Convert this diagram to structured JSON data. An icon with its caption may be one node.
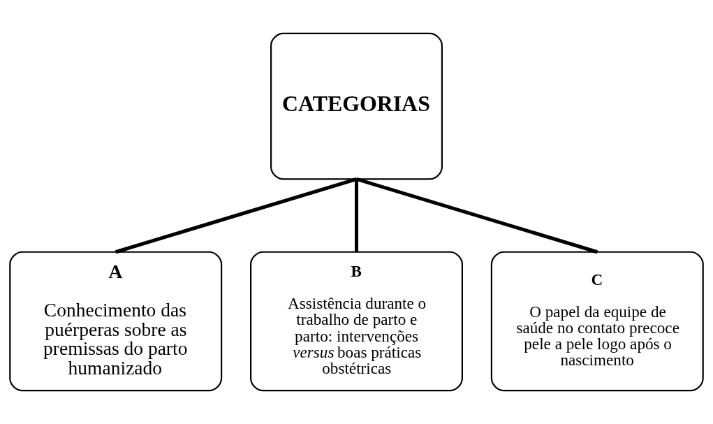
{
  "diagram": {
    "nodes": [
      {
        "text": [
          "CATEGORIAS"
        ]
      },
      {
        "text": [
          "A",
          "Conhecimento das puérperas sobre as premissas do parto humanizado"
        ]
      },
      {
        "text": [
          "B",
          "Assistência durante o trabalho de parto e parto: intervenções *versus* boas práticas obstétricas"
        ]
      },
      {
        "text": [
          "C",
          "O papel da equipe de saúde no contato precoce pele a pele logo após o nascimento"
        ]
      }
    ],
    "edges": [
      {
        "from": 0,
        "to": 1,
        "arrow": "none"
      },
      {
        "from": 0,
        "to": 2,
        "arrow": "none"
      },
      {
        "from": 0,
        "to": 3,
        "arrow": "none"
      }
    ]
  }
}
